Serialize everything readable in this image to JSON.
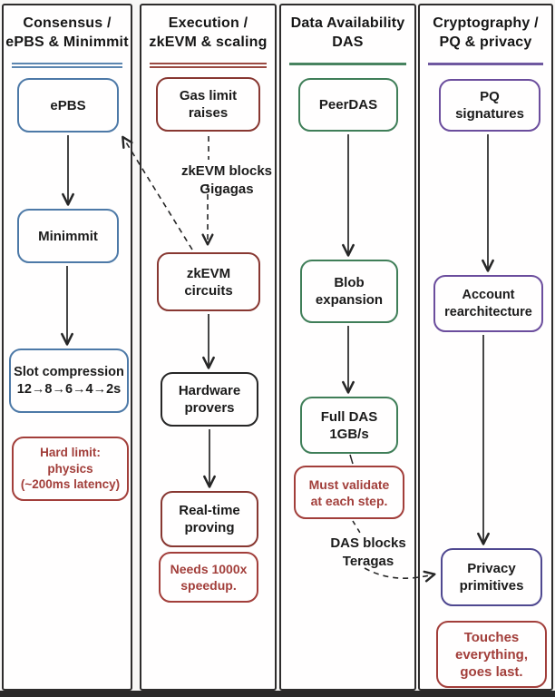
{
  "palette": {
    "ink": "#262626",
    "column_border": "#2e2c2c",
    "blue_accent": "#4d79a7",
    "maroon_accent": "#883731",
    "green_accent": "#3f7e58",
    "purple_accent": "#6b4d9d",
    "indigo_accent": "#4f4890",
    "note_red": "#a23e3a"
  },
  "columns": [
    {
      "title": [
        "Consensus /",
        "ePBS & Minimmit"
      ],
      "boxes": [
        {
          "lines": [
            "ePBS"
          ]
        },
        {
          "lines": [
            "Minimmit"
          ]
        },
        {
          "lines": [
            "Slot compression",
            "12→8→6→4→2s"
          ]
        },
        {
          "lines": [
            "Hard limit:",
            "physics",
            "(~200ms latency)"
          ]
        }
      ]
    },
    {
      "title": [
        "Execution /",
        "zkEVM & scaling"
      ],
      "boxes": [
        {
          "lines": [
            "Gas limit",
            "raises"
          ]
        },
        {
          "lines": [
            "zkEVM",
            "circuits"
          ]
        },
        {
          "lines": [
            "Hardware",
            "provers"
          ]
        },
        {
          "lines": [
            "Real-time",
            "proving"
          ]
        },
        {
          "lines": [
            "Needs 1000x",
            "speedup."
          ]
        }
      ]
    },
    {
      "title": [
        "Data Availability",
        "DAS"
      ],
      "boxes": [
        {
          "lines": [
            "PeerDAS"
          ]
        },
        {
          "lines": [
            "Blob",
            "expansion"
          ]
        },
        {
          "lines": [
            "Full DAS",
            "1GB/s"
          ]
        },
        {
          "lines": [
            "Must validate",
            "at each step."
          ]
        }
      ]
    },
    {
      "title": [
        "Cryptography /",
        "PQ & privacy"
      ],
      "boxes": [
        {
          "lines": [
            "PQ",
            "signatures"
          ]
        },
        {
          "lines": [
            "Account",
            "rearchitecture"
          ]
        },
        {
          "lines": [
            "Privacy",
            "primitives"
          ]
        },
        {
          "lines": [
            "Touches",
            "everything,",
            "goes last."
          ]
        }
      ]
    }
  ],
  "edge_labels": {
    "gigagas": [
      "zkEVM blocks",
      "Gigagas"
    ],
    "teragas": [
      "DAS blocks",
      "Teragas"
    ]
  }
}
